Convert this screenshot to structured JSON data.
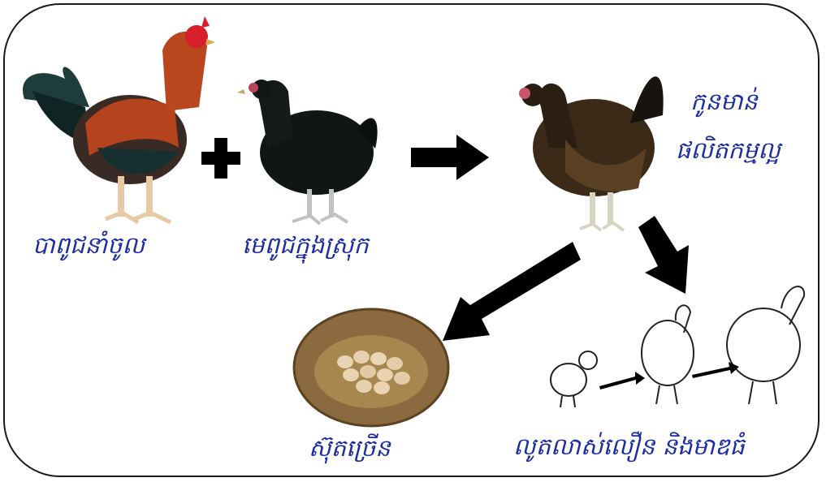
{
  "labels": {
    "rooster": "បាពូជនាំចូល",
    "hen": "មេពូជក្នុងស្រុក",
    "offspring_line1": "កូនមាន់",
    "offspring_line2": "ផលិតកម្មល្អ",
    "eggs": "ស៊ុតច្រើន",
    "growth": "លូតលាស់លឿន និងមាឌធំ"
  },
  "colors": {
    "text": "#1c2ca3",
    "arrow": "#000000"
  }
}
